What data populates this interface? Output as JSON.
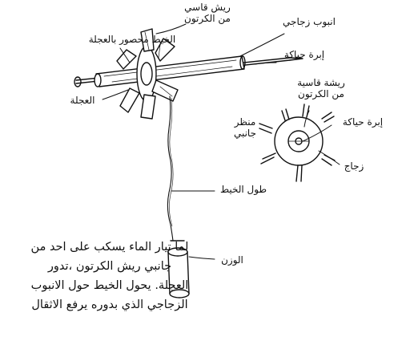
{
  "labels": {
    "cardboard_vanes": [
      "ريش قاسي",
      "من الكرتون"
    ],
    "thread_on_wheel": "الخيط محصور بالعجلة",
    "glass_tube": "انبوب زجاجي",
    "sewing_needle_1": "إبرة حياكة",
    "wheel": "العجلة",
    "cardboard_vane": [
      "ريشة قاسية",
      "من الكرتون"
    ],
    "sewing_needle_2": "إبرة حياكة",
    "side_view": [
      "منظر",
      "جانبي"
    ],
    "glass": "زجاج",
    "thread_length": "طول الخيط",
    "weight": "الوزن"
  },
  "caption": [
    "لما تيار الماء يسكب على احد من",
    "جانبي ريش الكرتون ،تدور",
    "العجلة. يحول الخيط حول الانبوب",
    "الزجاجي الذي بدوره يرفع الاثقال"
  ]
}
